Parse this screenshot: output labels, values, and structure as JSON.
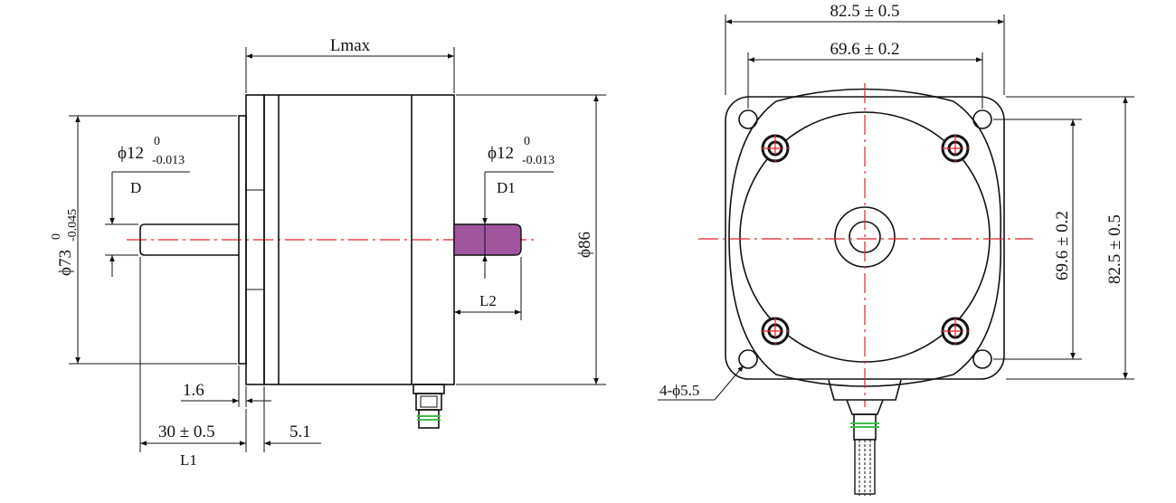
{
  "side_view": {
    "lmax": "Lmax",
    "shaft_d_symbol": "ϕ12",
    "shaft_d_upper": "0",
    "shaft_d_lower": "-0.013",
    "shaft_d_label": "D",
    "shaft_d1_symbol": "ϕ12",
    "shaft_d1_upper": "0",
    "shaft_d1_lower": "-0.013",
    "shaft_d1_label": "D1",
    "pilot_symbol": "ϕ73",
    "pilot_upper": "0",
    "pilot_lower": "-0.045",
    "body_diameter": "ϕ86",
    "l2": "L2",
    "flange_thickness": "1.6",
    "shaft_length": "30 ± 0.5",
    "l1": "L1",
    "flange_width": "5.1"
  },
  "front_view": {
    "overall_width": "82.5 ± 0.5",
    "hole_spacing_width": "69.6 ± 0.2",
    "hole_spacing_height": "69.6 ± 0.2",
    "overall_height": "82.5 ± 0.5",
    "mounting_holes": "4-ϕ5.5"
  },
  "colors": {
    "centerline": "#e8202a",
    "shaft_highlight": "#a0559f",
    "line": "#111111",
    "cable_mark": "#3fbf4a"
  }
}
